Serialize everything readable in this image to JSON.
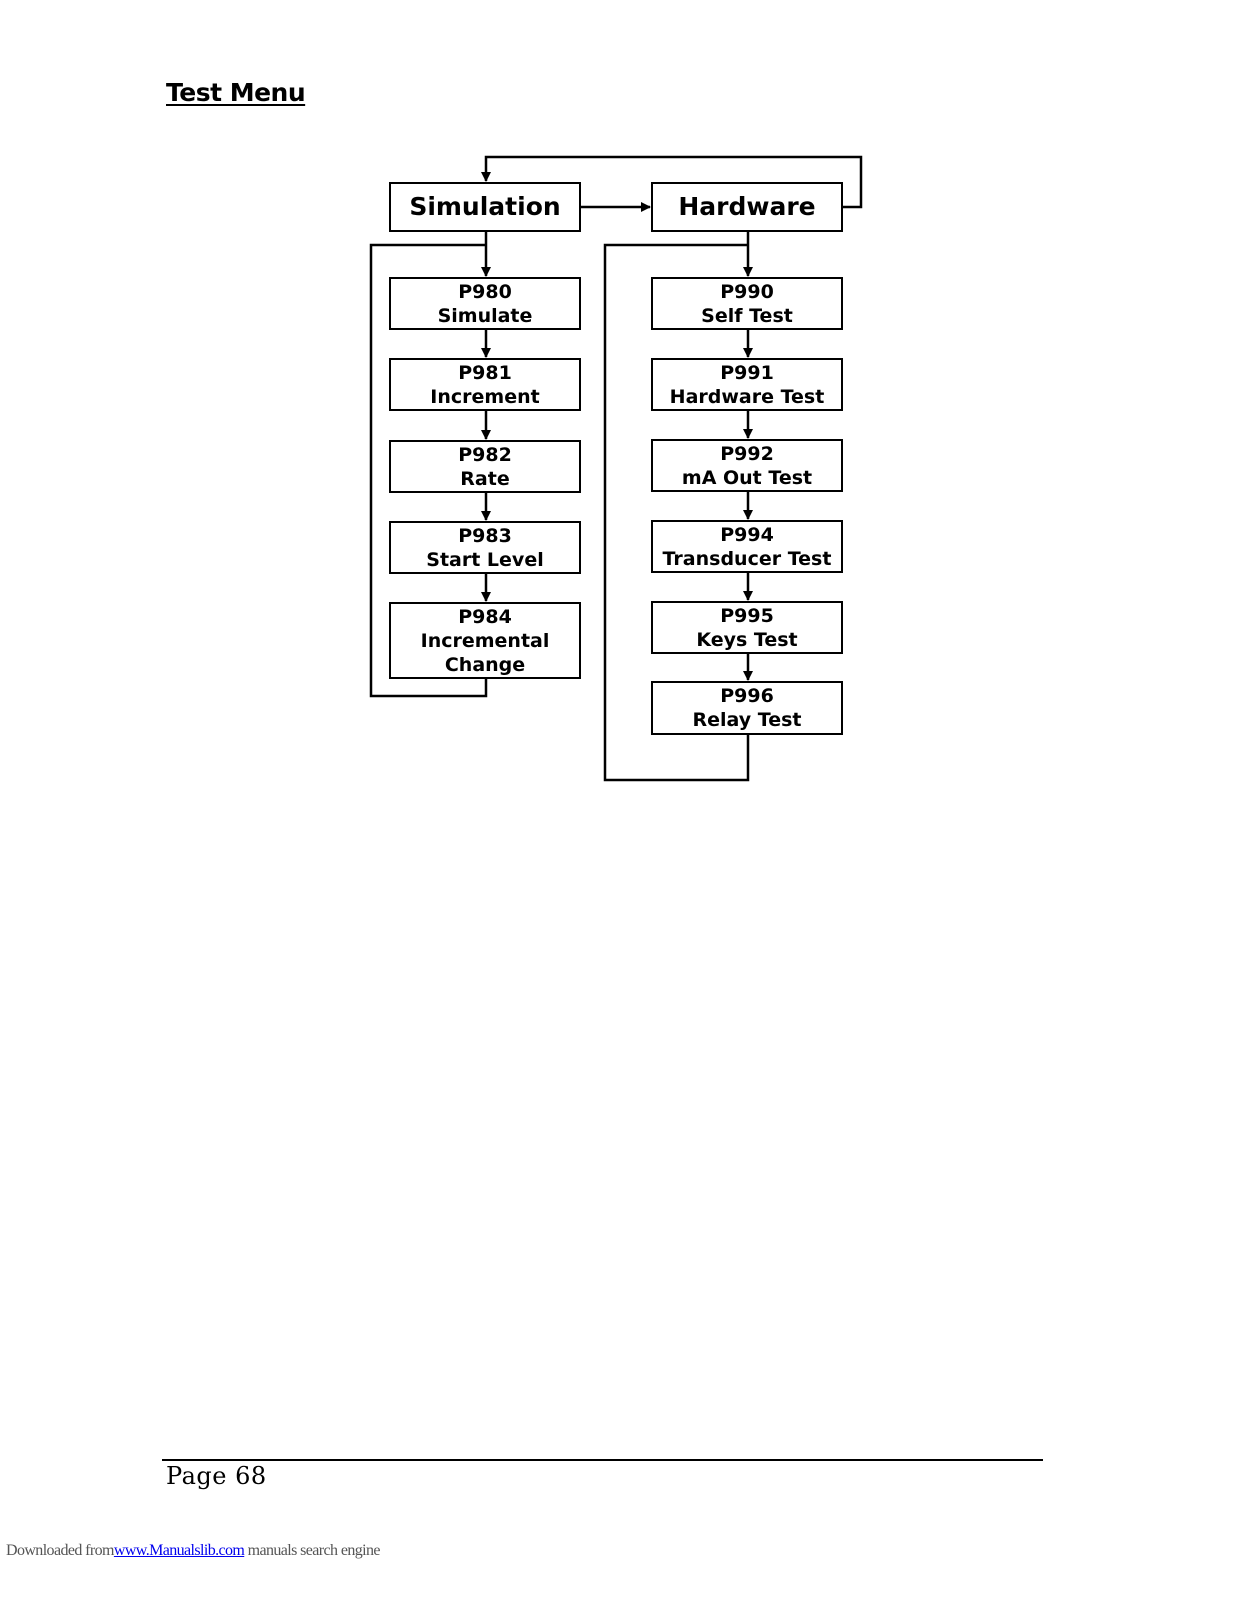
{
  "heading": "Test Menu",
  "menus": {
    "simulation": {
      "title": "Simulation",
      "items": [
        {
          "code": "P980",
          "lines": [
            "Simulate"
          ]
        },
        {
          "code": "P981",
          "lines": [
            "Increment"
          ]
        },
        {
          "code": "P982",
          "lines": [
            "Rate"
          ]
        },
        {
          "code": "P983",
          "lines": [
            "Start Level"
          ]
        },
        {
          "code": "P984",
          "lines": [
            "Incremental",
            "Change"
          ]
        }
      ]
    },
    "hardware": {
      "title": "Hardware",
      "items": [
        {
          "code": "P990",
          "lines": [
            "Self Test"
          ]
        },
        {
          "code": "P991",
          "lines": [
            "Hardware Test"
          ]
        },
        {
          "code": "P992",
          "lines": [
            "mA Out Test"
          ]
        },
        {
          "code": "P994",
          "lines": [
            "Transducer Test"
          ]
        },
        {
          "code": "P995",
          "lines": [
            "Keys Test"
          ]
        },
        {
          "code": "P996",
          "lines": [
            "Relay Test"
          ]
        }
      ]
    }
  },
  "footer": {
    "page_label": "Page 68",
    "download_prefix": "Downloaded from",
    "download_link": "www.Manualslib.com",
    "download_suffix": " manuals search engine"
  }
}
